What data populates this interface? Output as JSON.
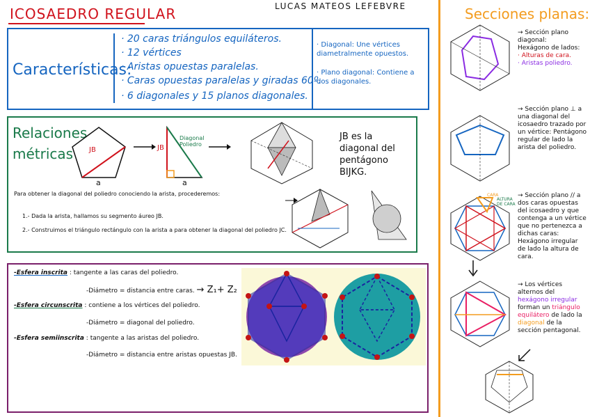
{
  "header": {
    "title": "ICOSAEDRO REGULAR",
    "author": "LUCAS MATEOS LEFEBVRE"
  },
  "caracteristicas": {
    "label": "Características:",
    "items": [
      "· 20 caras triángulos equiláteros.",
      "· 12 vértices",
      "· Aristas opuestas paralelas.",
      "· Caras opuestas paralelas y giradas 60º.",
      "· 6 diagonales y 15 planos diagonales."
    ],
    "notes": [
      "· Diagonal: Une vértices diametralmente opuestos.",
      "· Plano diagonal: Contiene a dos diagonales."
    ]
  },
  "relaciones": {
    "label_line1": "Relaciones",
    "label_line2": "métricas",
    "pent_label": "JB",
    "pent_side": "a",
    "tri_label": "JB",
    "tri_diag": "Diagonal Poliedro",
    "tri_side": "a",
    "jb_note": "JB es la diagonal del pentágono BIJKG.",
    "intro": "Para obtener la diagonal del poliedro conociendo la arista, procederemos:",
    "step1": "1.- Dada la arista, hallamos su segmento áureo JB.",
    "step2": "2.- Construimos el triángulo rectángulo con la arista a para obtener la diagonal del poliedro JC."
  },
  "esferas": {
    "inscrita_name": "-Esfera inscrita",
    "inscrita_desc": ": tangente a las caras del poliedro.",
    "inscrita_diam": "-Diámetro =  distancia entre caras.",
    "inscrita_formula": "→ Z₁+ Z₂",
    "circ_name": "-Esfera circunscrita",
    "circ_desc": ": contiene a los vértices del poliedro.",
    "circ_diam": "-Diámetro =  diagonal del poliedro.",
    "semi_name": "-Esfera semiinscrita",
    "semi_desc": ": tangente a las aristas del poliedro.",
    "semi_diam": "-Diámetro =  distancia entre aristas opuestas JB."
  },
  "secciones": {
    "title": "Secciones planas:",
    "s1_a": "→ Sección plano diagonal:",
    "s1_b": "Hexágono de lados:",
    "s1_c": "· Alturas de cara.",
    "s1_d": "· Aristas poliedro.",
    "s2": "→ Sección plano ⊥ a una diagonal del icosaedro trazado por un vértice: Pentágono regular de lado la arista del poliedro.",
    "s3": "→ Sección plano // a dos caras opuestas del icosaedro y que contenga a un vértice que no pertenezca a dichas caras: Hexágono irregular de lado la altura de cara.",
    "s3_cara": "CARA",
    "s3_altura": "ALTURA DE CARA",
    "s4_a": "→ Los vértices alternos del",
    "s4_b": "hexágono irregular",
    "s4_c": "forman un",
    "s4_d": "triángulo equilátero",
    "s4_e": "de lado la",
    "s4_f": "diagonal",
    "s4_g": "de la sección pentagonal."
  },
  "colors": {
    "red": "#d0121c",
    "blue": "#1565c0",
    "green": "#1a7a4a",
    "purple": "#7a1f6a",
    "orange": "#f39c1f"
  }
}
